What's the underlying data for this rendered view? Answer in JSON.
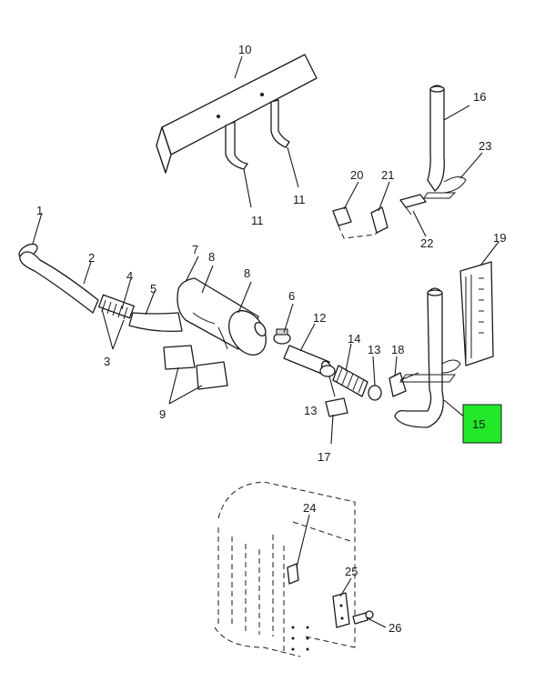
{
  "callouts": {
    "c1": "1",
    "c2": "2",
    "c3": "3",
    "c4": "4",
    "c5": "5",
    "c6": "6",
    "c7": "7",
    "c8a": "8",
    "c8b": "8",
    "c9": "9",
    "c10": "10",
    "c11a": "11",
    "c11b": "11",
    "c12": "12",
    "c13a": "13",
    "c13b": "13",
    "c14": "14",
    "c15": "15",
    "c16": "16",
    "c17": "17",
    "c18": "18",
    "c19": "19",
    "c20": "20",
    "c21": "21",
    "c22": "22",
    "c23": "23",
    "c24": "24",
    "c25": "25",
    "c26": "26"
  },
  "highlight": {
    "part": "15",
    "color": "#22e82a"
  }
}
